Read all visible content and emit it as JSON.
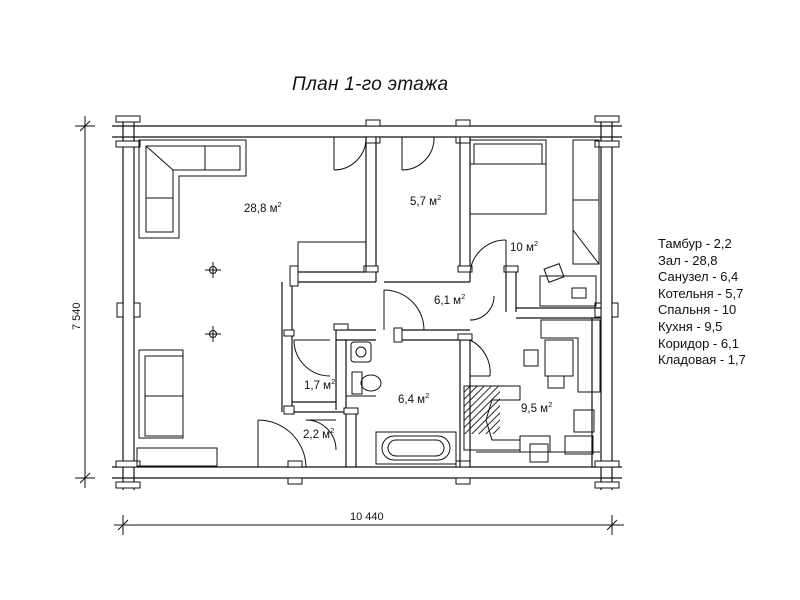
{
  "title": "План 1-го этажа",
  "dimensions": {
    "width_label": "10 440",
    "height_label": "7 540"
  },
  "area_labels": {
    "hall": "28,8 м",
    "boiler": "5,7 м",
    "bedroom": "10 м",
    "corridor": "6,1 м",
    "pantry": "1,7 м",
    "bathroom": "6,4 м",
    "kitchen": "9,5 м",
    "vestibule": "2,2 м",
    "unit_sup": "2"
  },
  "legend": [
    {
      "label": "Тамбур - 2,2"
    },
    {
      "label": "Зал - 28,8"
    },
    {
      "label": "Санузел - 6,4"
    },
    {
      "label": "Котельня - 5,7"
    },
    {
      "label": "Спальня - 10"
    },
    {
      "label": "Кухня - 9,5"
    },
    {
      "label": "Коридор - 6,1"
    },
    {
      "label": "Кладовая - 1,7"
    }
  ]
}
